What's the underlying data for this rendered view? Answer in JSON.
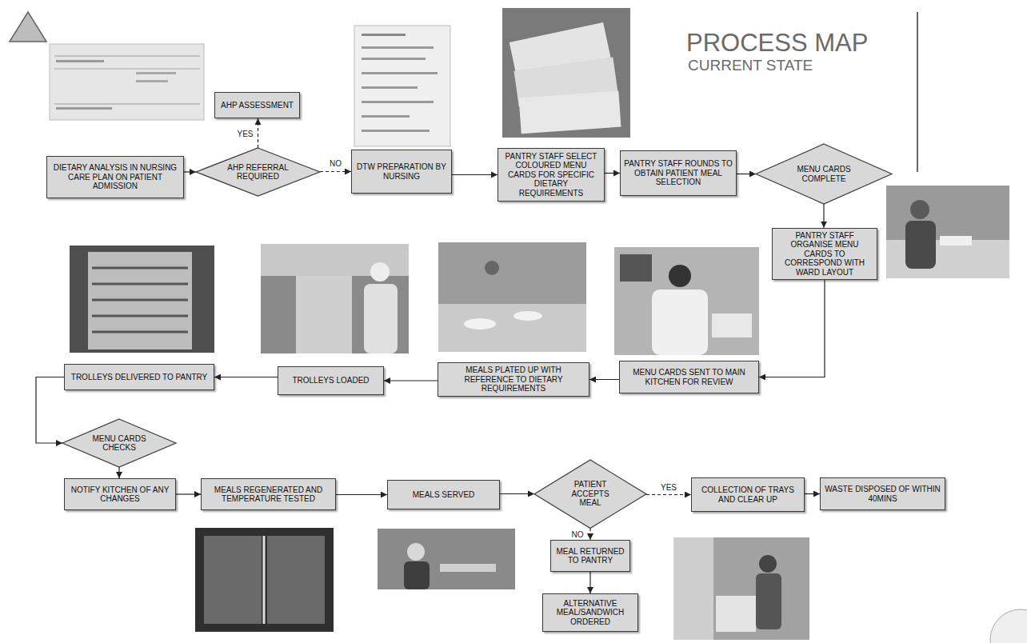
{
  "diagram": {
    "title": "PROCESS MAP",
    "nodes": [
      {
        "text": [
          "DIETARY ANALYSIS IN NURSING CARE PLAN ON PATIENT ADMISSION"
        ]
      },
      {
        "text": [
          "AHP REFERRAL REQUIRED"
        ]
      },
      {
        "text": [
          "AHP ASSESSMENT"
        ]
      },
      {
        "text": [
          "DTW PREPARATION BY NURSING"
        ]
      },
      {
        "text": [
          "PANTRY STAFF SELECT COLOURED MENU CARDS FOR SPECIFIC DIETARY REQUIREMENTS"
        ]
      },
      {
        "text": [
          "PANTRY STAFF ROUNDS TO OBTAIN PATIENT MEAL SELECTION"
        ]
      },
      {
        "text": [
          "MENU CARDS COMPLETE"
        ]
      },
      {
        "text": [
          "PANTRY STAFF ORGANISE MENU CARDS TO CORRESPOND WITH WARD LAYOUT"
        ]
      },
      {
        "text": [
          "MENU CARDS SENT TO MAIN KITCHEN FOR REVIEW"
        ]
      },
      {
        "text": [
          "MEALS PLATED UP WITH REFERENCE TO DIETARY REQUIREMENTS"
        ]
      },
      {
        "text": [
          "TROLLEYS LOADED"
        ]
      },
      {
        "text": [
          "TROLLEYS DELIVERED TO PANTRY"
        ]
      },
      {
        "text": [
          "MENU CARDS CHECKS"
        ]
      },
      {
        "text": [
          "NOTIFY KITCHEN OF ANY CHANGES"
        ]
      },
      {
        "text": [
          "MEALS REGENERATED AND TEMPERATURE TESTED"
        ]
      },
      {
        "text": [
          "MEALS SERVED"
        ]
      },
      {
        "text": [
          "PATIENT ACCEPTS MEAL"
        ]
      },
      {
        "text": [
          "COLLECTION OF TRAYS AND CLEAR UP"
        ]
      },
      {
        "text": [
          "WASTE DISPOSED OF WITHIN 40MINS"
        ]
      },
      {
        "text": [
          "MEAL RETURNED TO PANTRY"
        ]
      },
      {
        "text": [
          "ALTERNATIVE MEAL/SANDWICH ORDERED"
        ]
      }
    ],
    "edges": [
      {
        "from": 0,
        "to": 1,
        "arrow": "to"
      },
      {
        "from": 1,
        "to": 2,
        "label": "YES",
        "arrow": "to"
      },
      {
        "from": 1,
        "to": 3,
        "label": "NO",
        "arrow": "to"
      },
      {
        "from": 3,
        "to": 4,
        "arrow": "to"
      },
      {
        "from": 4,
        "to": 5,
        "arrow": "to"
      },
      {
        "from": 5,
        "to": 6,
        "arrow": "to"
      },
      {
        "from": 6,
        "to": 7,
        "arrow": "to"
      },
      {
        "from": 7,
        "to": 8,
        "arrow": "to"
      },
      {
        "from": 8,
        "to": 9,
        "arrow": "to"
      },
      {
        "from": 9,
        "to": 10,
        "arrow": "to"
      },
      {
        "from": 10,
        "to": 11,
        "arrow": "to"
      },
      {
        "from": 11,
        "to": 12,
        "arrow": "to"
      },
      {
        "from": 12,
        "to": 13,
        "arrow": "to"
      },
      {
        "from": 13,
        "to": 14,
        "arrow": "to"
      },
      {
        "from": 14,
        "to": 15,
        "arrow": "to"
      },
      {
        "from": 15,
        "to": 16,
        "arrow": "to"
      },
      {
        "from": 16,
        "to": 17,
        "label": "YES",
        "arrow": "to"
      },
      {
        "from": 17,
        "to": 18,
        "arrow": "to"
      },
      {
        "from": 16,
        "to": 19,
        "label": "NO",
        "arrow": "to"
      },
      {
        "from": 19,
        "to": 20,
        "arrow": "to"
      }
    ],
    "labels": [
      "CURRENT STATE"
    ]
  }
}
